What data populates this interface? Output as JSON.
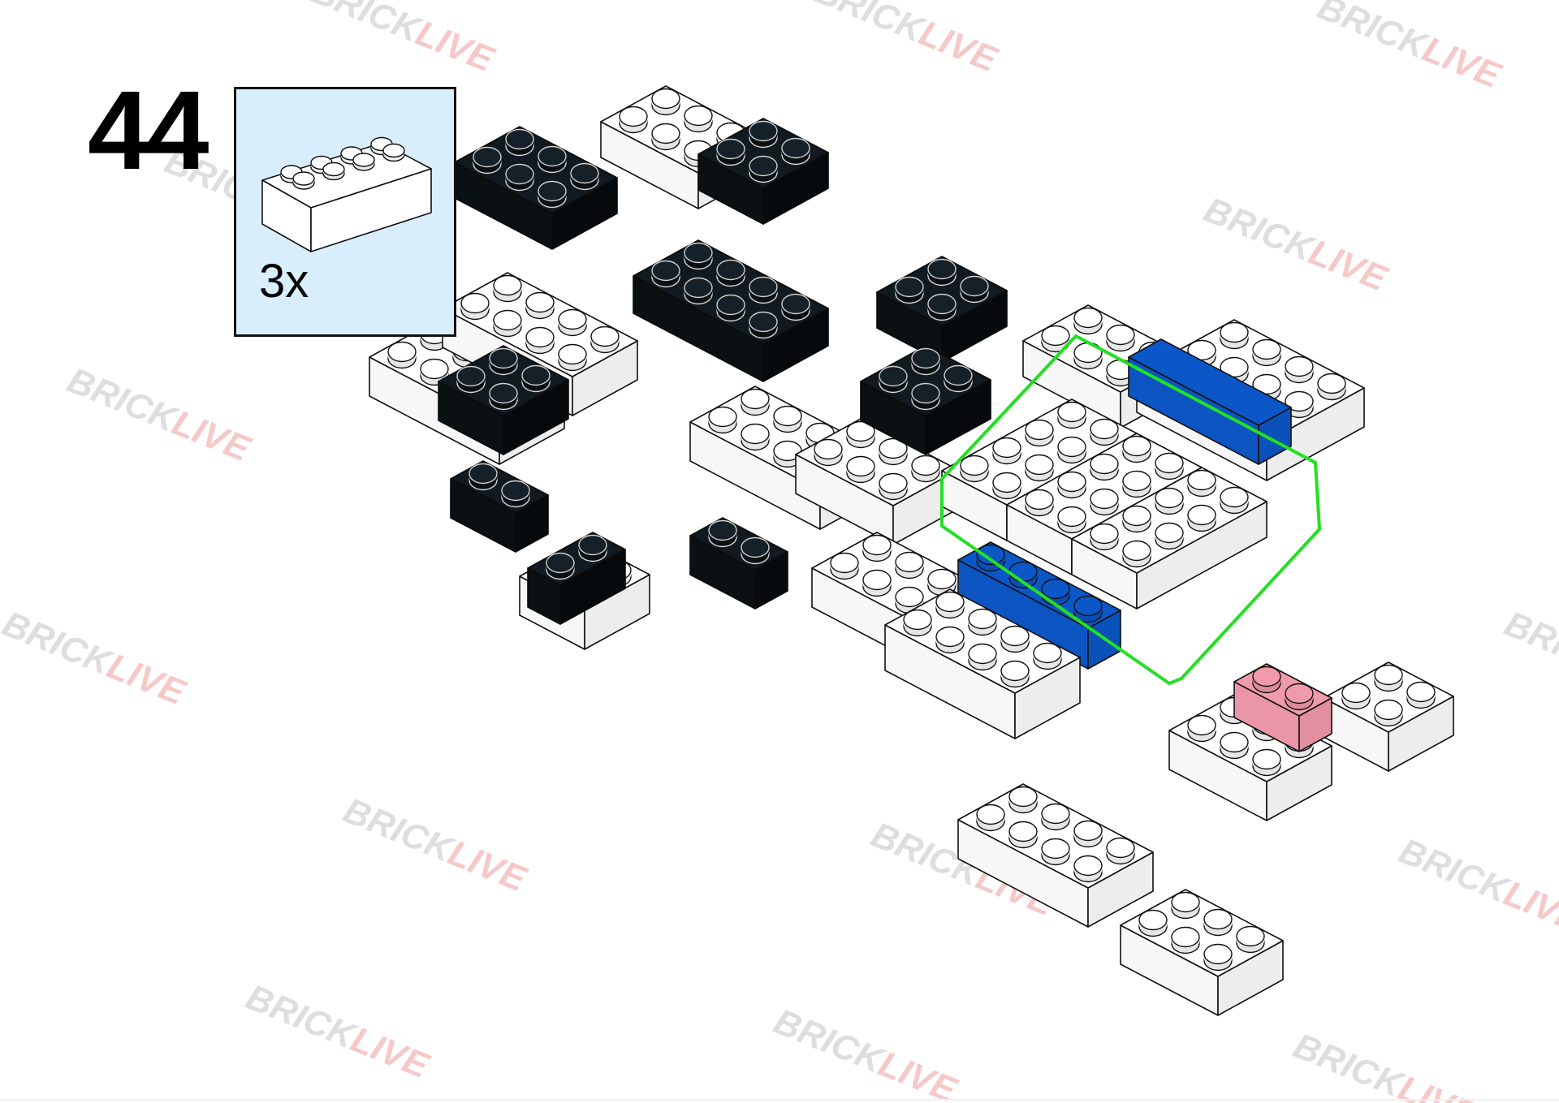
{
  "step": {
    "number": "44"
  },
  "parts_callout": {
    "quantity": "3x",
    "part": "brick-2x4",
    "part_color": "#ffffff"
  },
  "watermark": {
    "text_brick": "BRICK",
    "text_live": "LIVE",
    "brick_color": "#8a8a8a",
    "live_color": "#e04040"
  },
  "colors": {
    "white_brick": "#ffffff",
    "black_brick": "#0e1418",
    "blue_brick": "#0b57c8",
    "pink_brick": "#f29aad",
    "highlight_outline": "#22e022",
    "callout_background": "#d8eefc"
  }
}
